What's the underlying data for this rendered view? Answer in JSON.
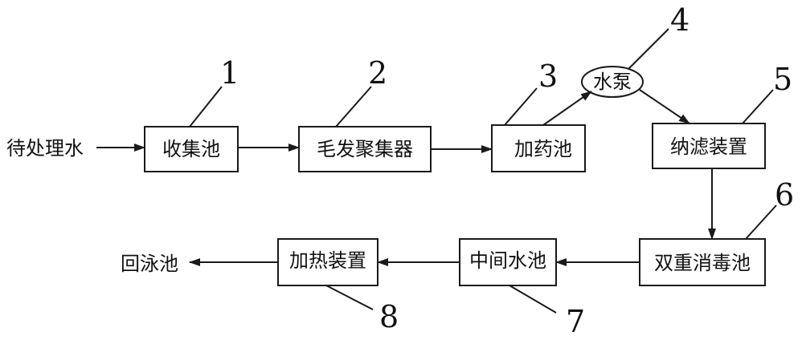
{
  "input_label": "待处理水",
  "output_label": "回泳池",
  "nodes": [
    {
      "id": "collection",
      "label": "收集池",
      "number": "1"
    },
    {
      "id": "hair-collector",
      "label": "毛发聚集器",
      "number": "2"
    },
    {
      "id": "dosing",
      "label": "加药池",
      "number": "3"
    },
    {
      "id": "pump",
      "label": "水泵",
      "number": "4"
    },
    {
      "id": "nanofiltration",
      "label": "纳滤装置",
      "number": "5"
    },
    {
      "id": "disinfection",
      "label": "双重消毒池",
      "number": "6"
    },
    {
      "id": "intermediate",
      "label": "中间水池",
      "number": "7"
    },
    {
      "id": "heating",
      "label": "加热装置",
      "number": "8"
    }
  ],
  "edges": [
    {
      "from": "input",
      "to": "collection"
    },
    {
      "from": "collection",
      "to": "hair-collector"
    },
    {
      "from": "hair-collector",
      "to": "dosing"
    },
    {
      "from": "dosing",
      "to": "pump"
    },
    {
      "from": "pump",
      "to": "nanofiltration"
    },
    {
      "from": "nanofiltration",
      "to": "disinfection"
    },
    {
      "from": "disinfection",
      "to": "intermediate"
    },
    {
      "from": "intermediate",
      "to": "heating"
    },
    {
      "from": "heating",
      "to": "output"
    }
  ]
}
